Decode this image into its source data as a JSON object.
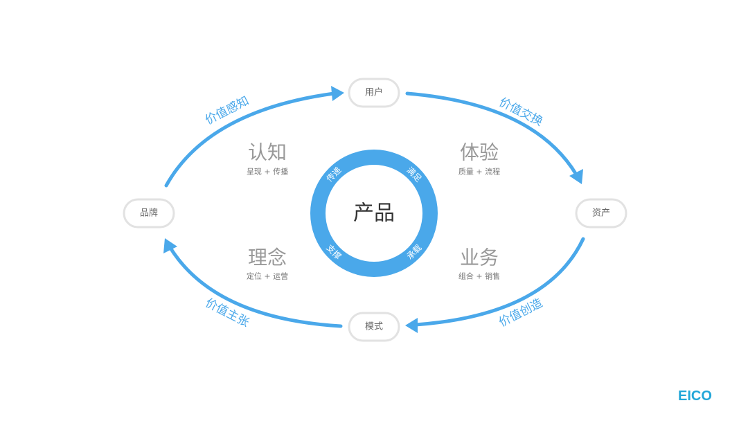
{
  "center": {
    "label": "产品",
    "ring": [
      "传递",
      "满足",
      "支撑",
      "承载"
    ]
  },
  "nodes": {
    "top": "用户",
    "right": "资产",
    "bottom": "模式",
    "left": "品牌"
  },
  "flows": {
    "top_left": "价值感知",
    "top_right": "价值交换",
    "bottom_right": "价值创造",
    "bottom_left": "价值主张"
  },
  "quadrants": [
    {
      "title": "认知",
      "sub": "呈现 + 传播"
    },
    {
      "title": "体验",
      "sub": "质量 + 流程"
    },
    {
      "title": "理念",
      "sub": "定位 + 运营"
    },
    {
      "title": "业务",
      "sub": "组合 + 销售"
    }
  ],
  "logo": "EICO",
  "colors": {
    "accent": "#4aa8ea"
  }
}
